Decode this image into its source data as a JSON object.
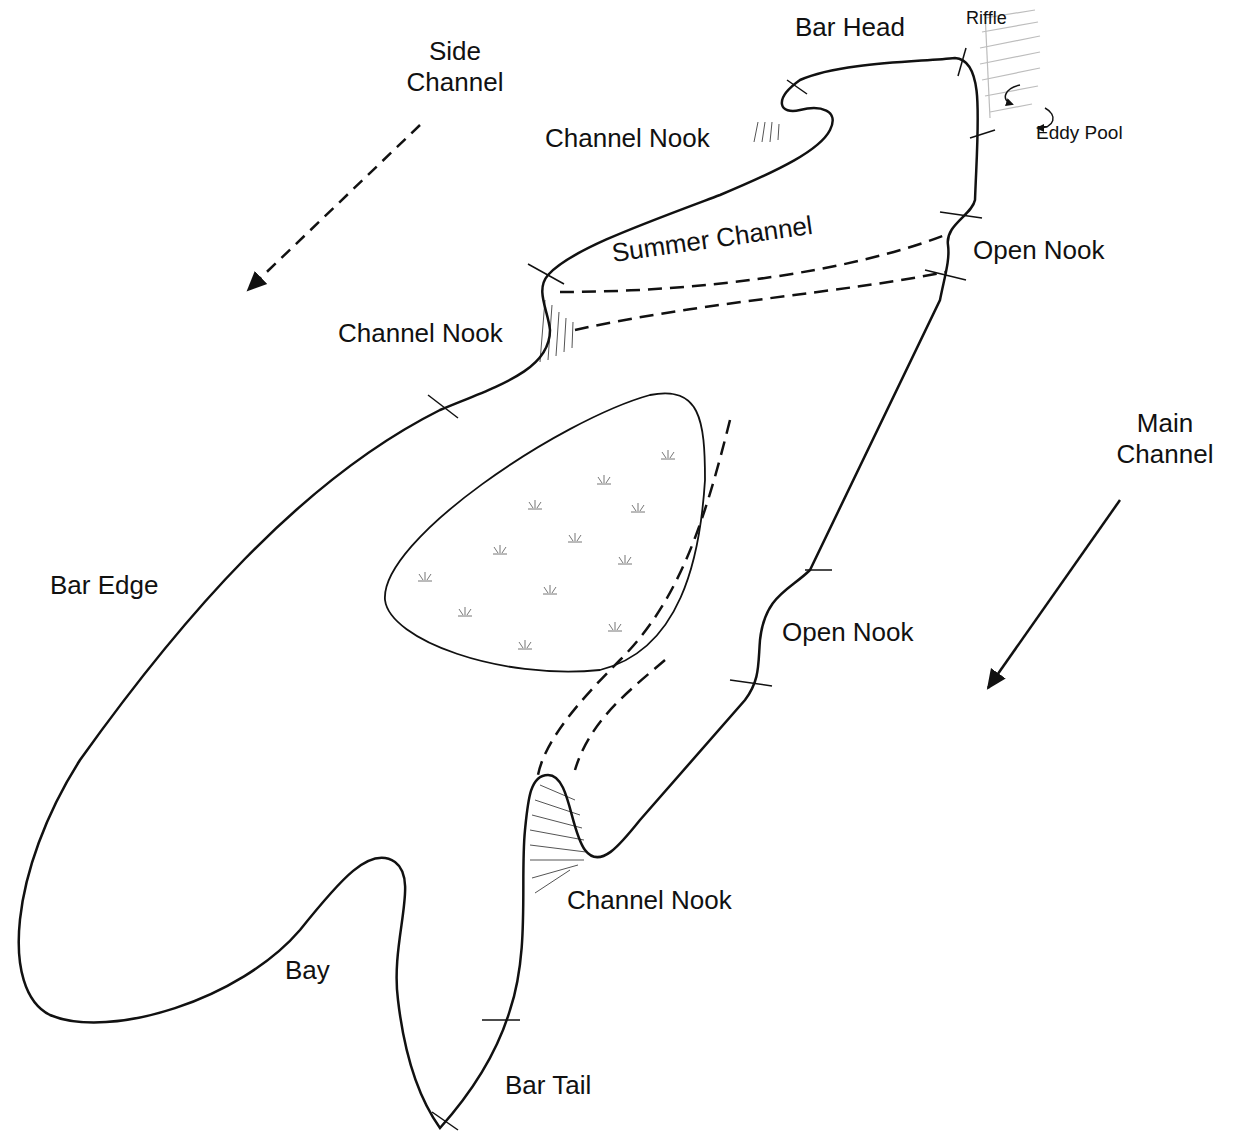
{
  "diagram": {
    "labels": [
      "Side Channel",
      "Bar Head",
      "Riffle",
      "Channel Nook",
      "Eddy Pool",
      "Summer Channel",
      "Open Nook",
      "Channel Nook",
      "Main Channel",
      "Bar Edge",
      "Open Nook",
      "Channel Nook",
      "Bay",
      "Bar Tail"
    ]
  }
}
